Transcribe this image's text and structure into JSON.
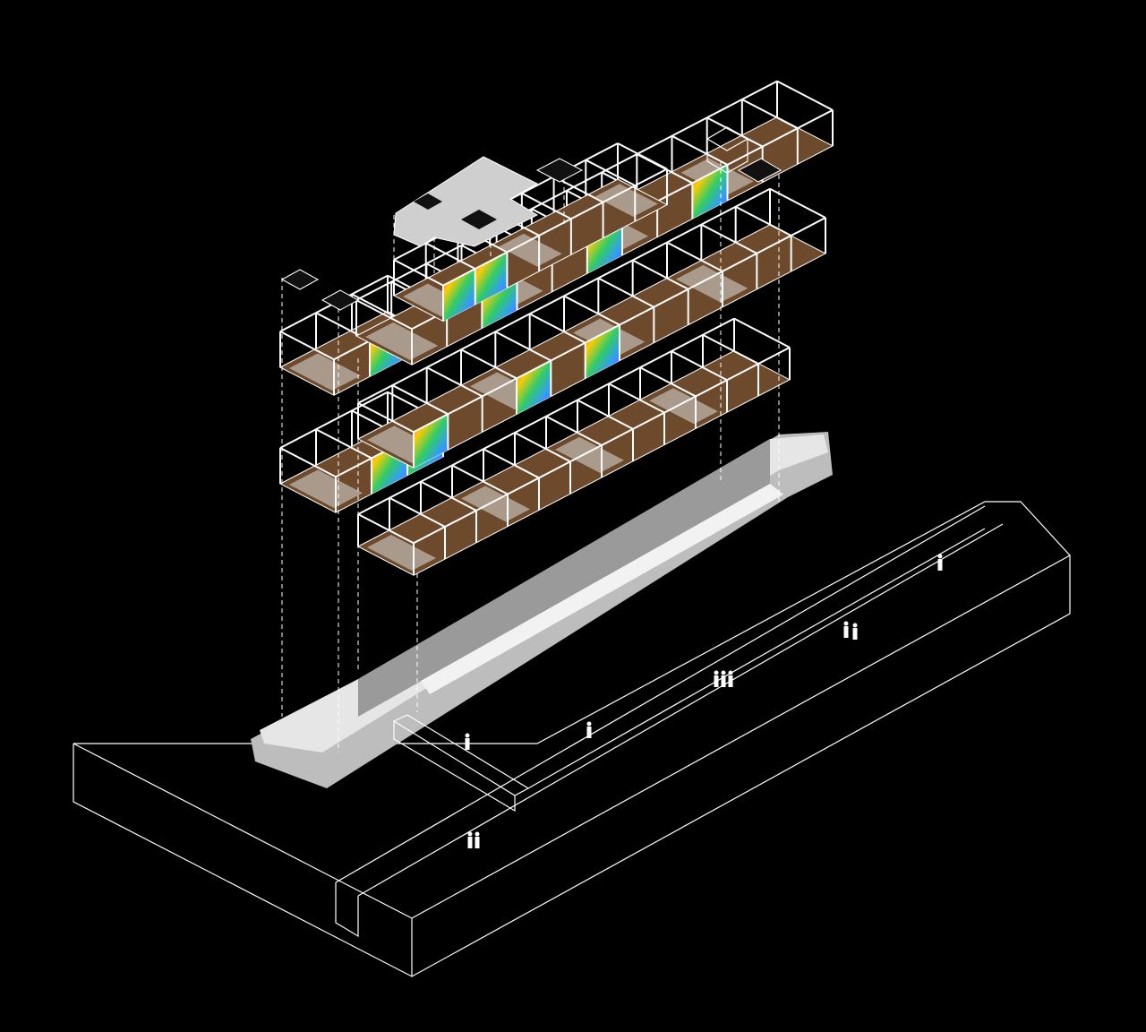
{
  "diagram": {
    "kind": "exploded axonometric",
    "colors": {
      "background": "#000000",
      "lines": "#ffffff",
      "hull": "#d9d9d9",
      "roof": "#cfcfcf",
      "floor": "#6e4a2c",
      "panel_gradient": [
        "#ff2d55",
        "#ffcc00",
        "#33cc66",
        "#3399ff",
        "#9933ff"
      ]
    },
    "levels": [
      "roof",
      "upper-floor",
      "middle-floor",
      "lower-floor",
      "ship-hull",
      "quay"
    ]
  }
}
